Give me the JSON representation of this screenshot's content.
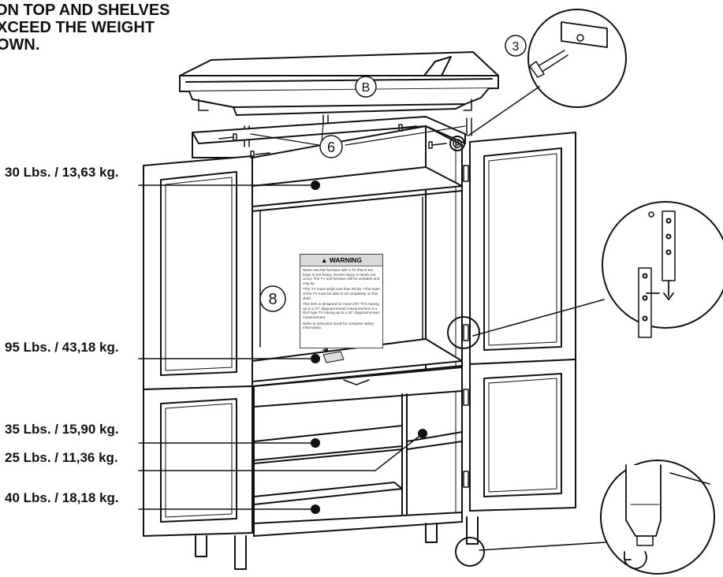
{
  "header_lines": [
    "ON TOP AND SHELVES",
    "XCEED THE WEIGHT",
    "OWN."
  ],
  "callouts": {
    "top_panel": "B",
    "hardware_dowel": "3",
    "hardware_screw": "6",
    "warning_label_part": "8"
  },
  "weight_labels": [
    "30 Lbs. / 13,63 kg.",
    "95 Lbs. / 43,18 kg.",
    "35 Lbs. / 15,90 kg.",
    "25 Lbs. / 11,36 kg.",
    "40 Lbs. / 18,18 kg."
  ],
  "warning_label": {
    "title": "WARNING",
    "paragraphs": [
      "Never use this furniture with a TV that is too large or too heavy. Severe injury or death can occur. The TV and furniture will be unstable and may tip.",
      "•The TV must weigh less than 95 lbs. •The base of the TV must be able to sit completely on this shelf.",
      "This item is designed for most CRT TV's having up to a 27\" diagonal screen measurement or a DLP type TV having up to a 40\" diagonal screen measurement.",
      "Refer to instruction book for complete safety information."
    ]
  },
  "colors": {
    "line": "#111111",
    "fill": "#ffffff",
    "label_bg": "#d9d9d9"
  }
}
